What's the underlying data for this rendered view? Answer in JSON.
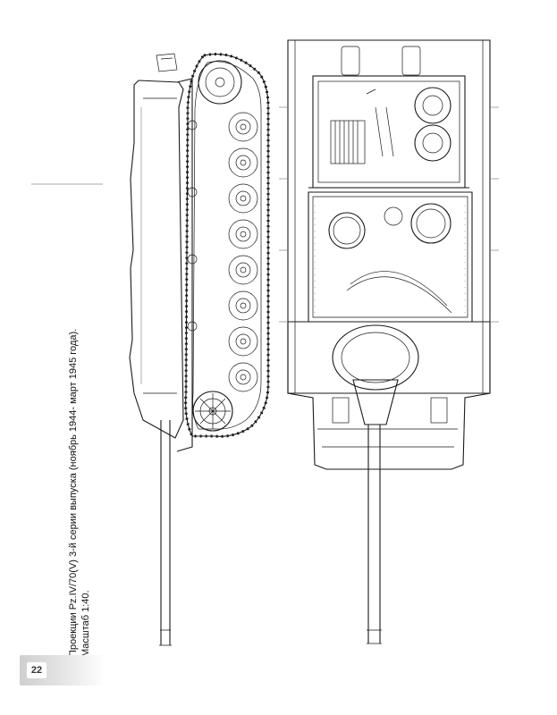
{
  "caption": {
    "line1": "Проекции Pz.IV/70(V) 3-й серии выпуска (ноябрь 1944- март 1945 года).",
    "line2": "Масштаб 1:40."
  },
  "page_number": "22"
}
